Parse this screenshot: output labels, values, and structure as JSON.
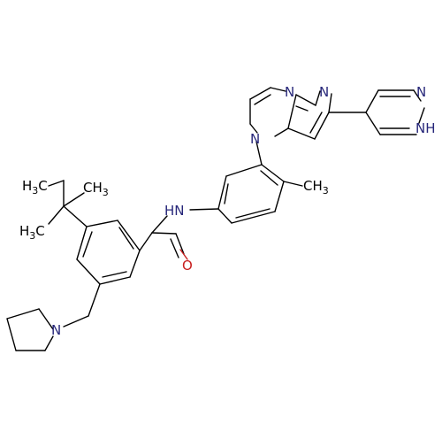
{
  "molecule": {
    "atom_labels": {
      "n_imidazole_top": "N",
      "n_pyrazole_top": "N",
      "n_pyrazolyl_top": "N",
      "nh_pyrazolyl": "NH",
      "n_imidazole_left": "N",
      "methyl": "CH3",
      "nh_amide": "HN",
      "o_carbonyl": "O",
      "tbutyl_methyl_a": "H3C",
      "tbutyl_methyl_b": "CH3",
      "tbutyl_methyl_c": "H3C",
      "n_pyrrolidine": "N"
    },
    "colors": {
      "carbon_bond": "#000000",
      "nitrogen": "#27277a",
      "oxygen": "#c81e1e"
    }
  }
}
